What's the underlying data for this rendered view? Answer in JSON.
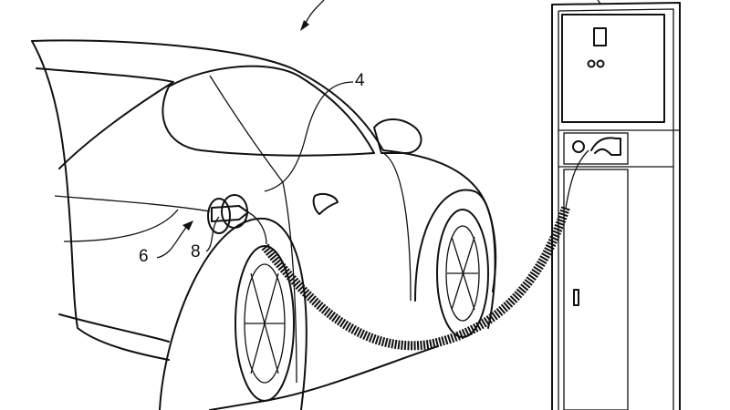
{
  "figure": {
    "labels": {
      "vehicle": "4",
      "charging_port": "6",
      "plug": "8"
    }
  }
}
